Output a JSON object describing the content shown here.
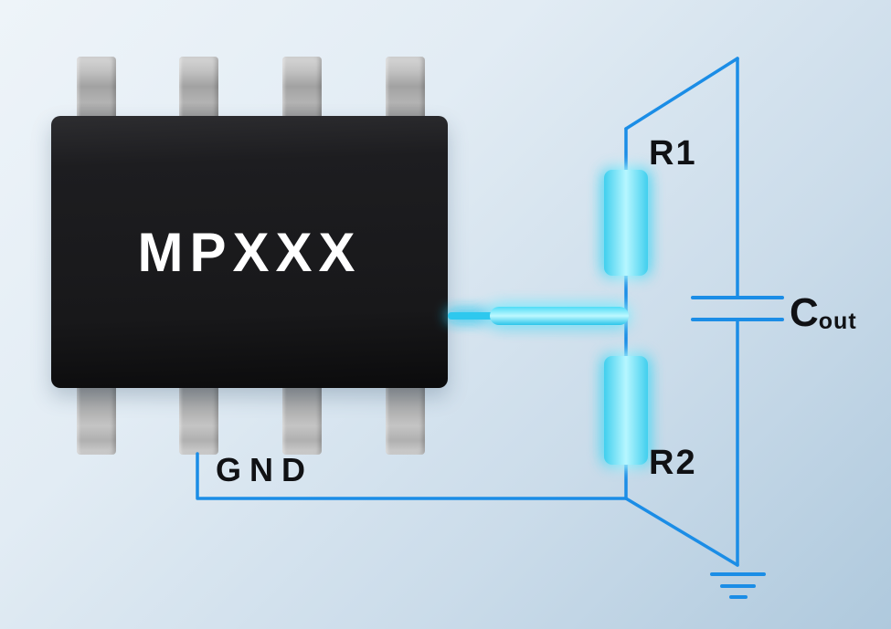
{
  "chip": {
    "label": "MPXXX"
  },
  "labels": {
    "r1": "R1",
    "r2": "R2",
    "gnd": "GND",
    "cout_main": "C",
    "cout_sub": "out"
  },
  "colors": {
    "wire_blue": "#1b8de6",
    "glow_cyan": "#3fd9f4",
    "glow_bright": "#aef4ff",
    "chip_body": "#1a1a1c",
    "pin_gray": "#b0b0b0",
    "background_top": "#eef4f9",
    "background_bottom": "#afc9dd",
    "label_text": "#101114",
    "chip_text": "#ffffff"
  }
}
